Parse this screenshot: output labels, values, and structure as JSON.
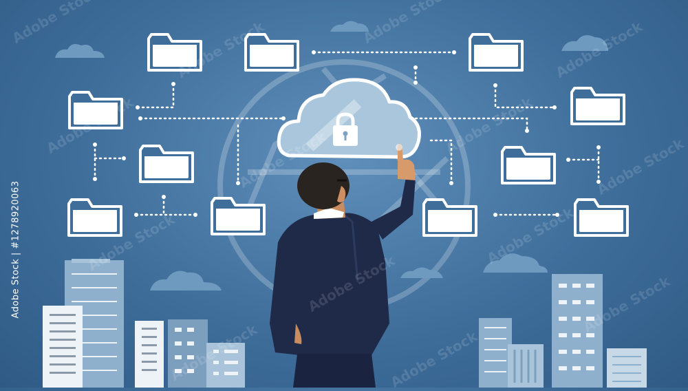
{
  "image": {
    "subject": "businessman-touching-secure-cloud",
    "stock_id_text": "Adobe Stock | #1278920063",
    "watermark_text": "Adobe Stock",
    "colors": {
      "background": "#3f6e9b",
      "icon_white": "#ffffff",
      "cloud_fill": "#a9c6dc",
      "building_light": "#8fb0cc",
      "building_pale": "#eef3f7",
      "suit": "#1f2a48"
    },
    "icons": [
      "folder-icon",
      "cloud-lock-icon",
      "padlock-icon",
      "globe-icon"
    ]
  }
}
